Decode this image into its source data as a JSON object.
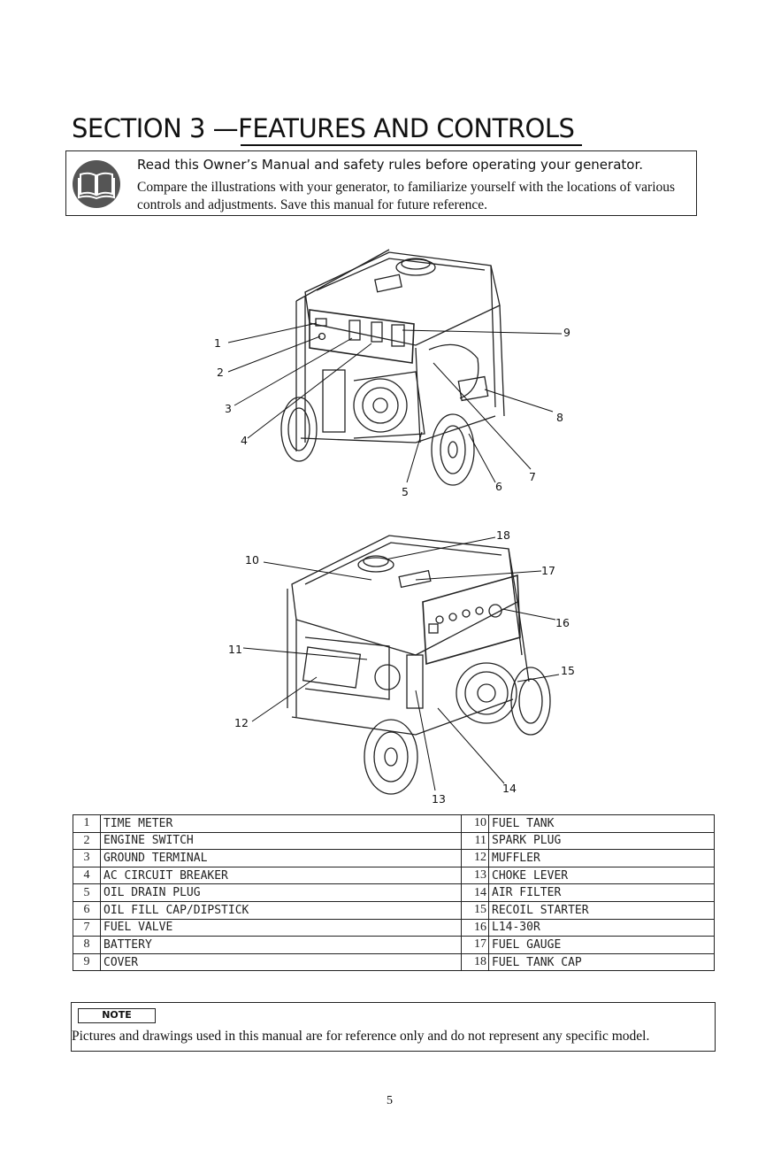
{
  "section_title": "SECTION 3 —FEATURES AND CONTROLS",
  "intro": {
    "icon": "open-book-icon",
    "heading": "Read this Owner’s Manual and safety rules before operating your generator.",
    "body": "Compare the illustrations with your generator, to familiarize yourself with the locations of various controls and adjustments. Save this manual for future reference."
  },
  "figure_front": {
    "callouts": [
      "1",
      "2",
      "3",
      "4",
      "5",
      "6",
      "7",
      "8",
      "9"
    ]
  },
  "figure_back": {
    "callouts": [
      "10",
      "11",
      "12",
      "13",
      "14",
      "15",
      "16",
      "17",
      "18"
    ]
  },
  "parts": [
    {
      "num": "1",
      "name": "TIME METER",
      "num2": "10",
      "name2": "FUEL TANK"
    },
    {
      "num": "2",
      "name": "ENGINE SWITCH",
      "num2": "11",
      "name2": "SPARK PLUG"
    },
    {
      "num": "3",
      "name": "GROUND TERMINAL",
      "num2": "12",
      "name2": "MUFFLER"
    },
    {
      "num": "4",
      "name": "AC CIRCUIT BREAKER",
      "num2": "13",
      "name2": "CHOKE LEVER"
    },
    {
      "num": "5",
      "name": "OIL DRAIN PLUG",
      "num2": "14",
      "name2": "AIR FILTER"
    },
    {
      "num": "6",
      "name": "OIL FILL CAP/DIPSTICK",
      "num2": "15",
      "name2": "RECOIL STARTER"
    },
    {
      "num": "7",
      "name": "FUEL VALVE",
      "num2": "16",
      "name2": "L14-30R"
    },
    {
      "num": "8",
      "name": "BATTERY",
      "num2": "17",
      "name2": "FUEL GAUGE"
    },
    {
      "num": "9",
      "name": "COVER",
      "num2": "18",
      "name2": "FUEL TANK CAP"
    }
  ],
  "note": {
    "label": "NOTE",
    "text": "Pictures and drawings used in this manual are for reference only and do not represent any specific model."
  },
  "page_number": "5"
}
